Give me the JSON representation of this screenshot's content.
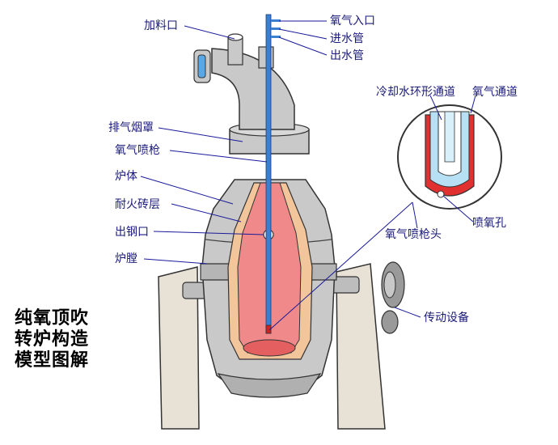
{
  "labels": {
    "feed_port": "加料口",
    "oxygen_inlet": "氧气入口",
    "water_in": "进水管",
    "water_out": "出水管",
    "exhaust_hood": "排气烟罩",
    "oxygen_lance": "氧气喷枪",
    "furnace_body": "炉体",
    "refractory_layer": "耐火砖层",
    "tap_hole": "出钢口",
    "furnace_chamber": "炉膛",
    "cooling_channel": "冷却水环形通道",
    "oxygen_channel": "氧气通道",
    "lance_head": "氧气喷枪头",
    "nozzle_hole": "喷氧孔",
    "drive_device": "传动设备"
  },
  "title": {
    "line1": "纯氧顶吹",
    "line2": "转炉构造",
    "line3": "模型图解"
  },
  "colors": {
    "leader": "#1a1a9a",
    "steel": "#c8c8c8",
    "lining": "#f2c59a",
    "chamber": "#f08a8a",
    "lance": "#3a7fd0",
    "stand": "#e8e2d6"
  }
}
